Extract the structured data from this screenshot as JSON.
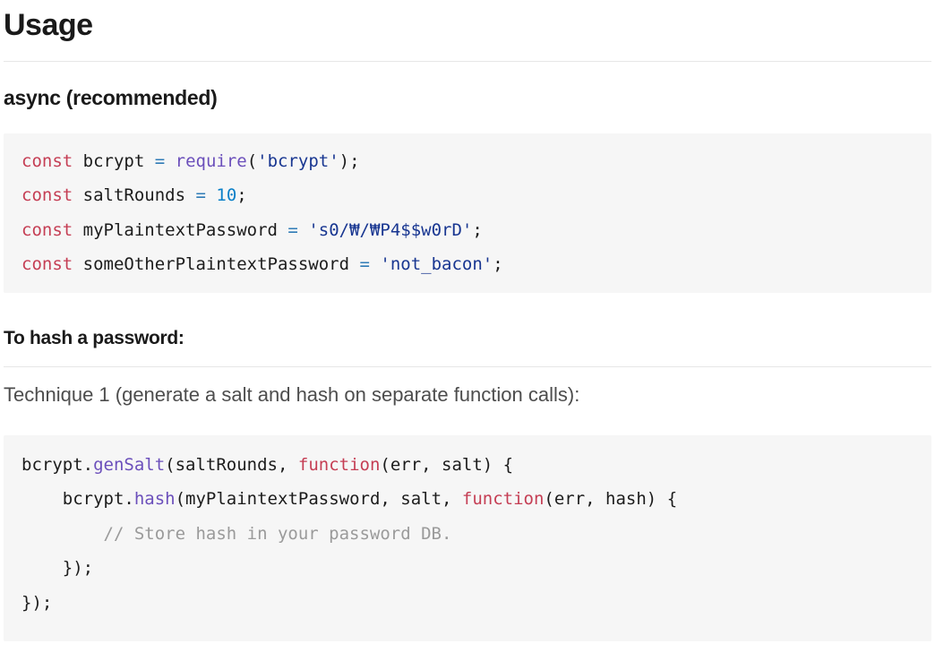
{
  "title": "Usage",
  "headings": {
    "async": "async (recommended)",
    "to_hash": "To hash a password:",
    "technique1": "Technique 1 (generate a salt and hash on separate function calls):"
  },
  "colors": {
    "page_bg": "#ffffff",
    "code_bg": "#f6f6f6",
    "divider": "#e7e7e7",
    "heading": "#1a1a1a",
    "body_text": "#4d4d4d",
    "kw": "#c53e54",
    "fn": "#6b4fbb",
    "str": "#183691",
    "num": "#0a80c8",
    "op": "#2f7bb6",
    "cm": "#9a9a9a",
    "pl": "#1c1c1c"
  },
  "code_blocks": [
    {
      "name": "setup-code",
      "lines": [
        [
          {
            "t": "const",
            "c": "kw"
          },
          {
            "t": " bcrypt ",
            "c": "pl"
          },
          {
            "t": "=",
            "c": "op"
          },
          {
            "t": " ",
            "c": "pl"
          },
          {
            "t": "require",
            "c": "fn"
          },
          {
            "t": "(",
            "c": "pl"
          },
          {
            "t": "'bcrypt'",
            "c": "str"
          },
          {
            "t": ");",
            "c": "pl"
          }
        ],
        [
          {
            "t": "const",
            "c": "kw"
          },
          {
            "t": " saltRounds ",
            "c": "pl"
          },
          {
            "t": "=",
            "c": "op"
          },
          {
            "t": " ",
            "c": "pl"
          },
          {
            "t": "10",
            "c": "num"
          },
          {
            "t": ";",
            "c": "pl"
          }
        ],
        [
          {
            "t": "const",
            "c": "kw"
          },
          {
            "t": " myPlaintextPassword ",
            "c": "pl"
          },
          {
            "t": "=",
            "c": "op"
          },
          {
            "t": " ",
            "c": "pl"
          },
          {
            "t": "'s0/₩/₩P4$$w0rD'",
            "c": "str"
          },
          {
            "t": ";",
            "c": "pl"
          }
        ],
        [
          {
            "t": "const",
            "c": "kw"
          },
          {
            "t": " someOtherPlaintextPassword ",
            "c": "pl"
          },
          {
            "t": "=",
            "c": "op"
          },
          {
            "t": " ",
            "c": "pl"
          },
          {
            "t": "'not_bacon'",
            "c": "str"
          },
          {
            "t": ";",
            "c": "pl"
          }
        ]
      ]
    },
    {
      "name": "technique1-code",
      "lines": [
        [
          {
            "t": "bcrypt.",
            "c": "pl"
          },
          {
            "t": "genSalt",
            "c": "fn"
          },
          {
            "t": "(saltRounds, ",
            "c": "pl"
          },
          {
            "t": "function",
            "c": "kw"
          },
          {
            "t": "(err, salt) {",
            "c": "pl"
          }
        ],
        [
          {
            "t": "    bcrypt.",
            "c": "pl"
          },
          {
            "t": "hash",
            "c": "fn"
          },
          {
            "t": "(myPlaintextPassword, salt, ",
            "c": "pl"
          },
          {
            "t": "function",
            "c": "kw"
          },
          {
            "t": "(err, hash) {",
            "c": "pl"
          }
        ],
        [
          {
            "t": "        // Store hash in your password DB.",
            "c": "cm"
          }
        ],
        [
          {
            "t": "    });",
            "c": "pl"
          }
        ],
        [
          {
            "t": "});",
            "c": "pl"
          }
        ]
      ]
    }
  ]
}
